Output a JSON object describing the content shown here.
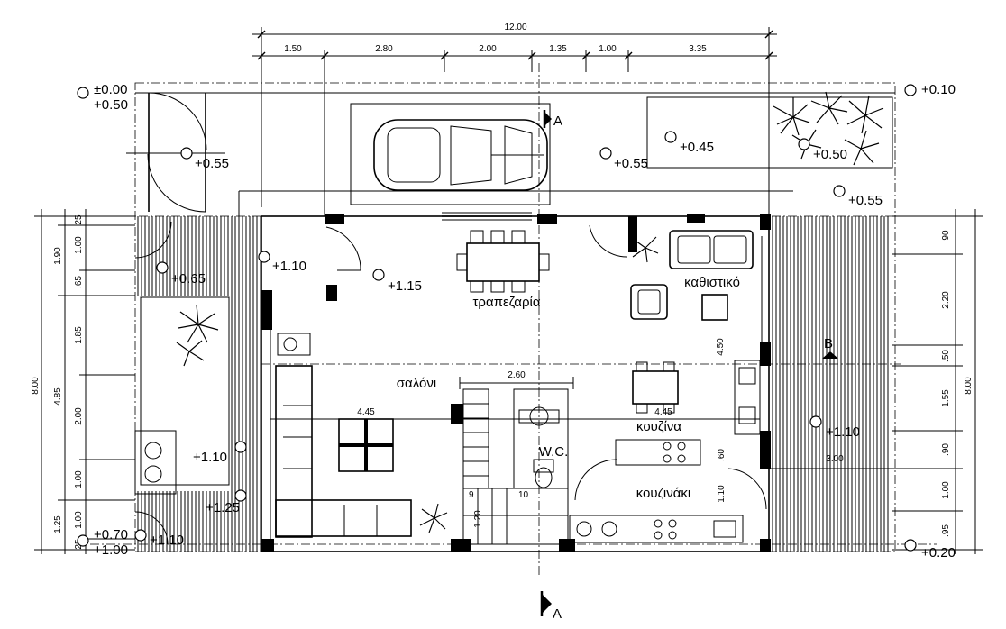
{
  "top_dimensions": {
    "total": "12.00",
    "segments": [
      "1.50",
      "2.80",
      "2.00",
      "1.35",
      "1.00",
      "3.35"
    ]
  },
  "left_dimensions": {
    "total": "8.00",
    "middle": [
      "1.90",
      "4.85",
      "1.25"
    ],
    "inner": [
      "25",
      "1.00",
      ".65",
      "1.85",
      "2.00",
      "1.00",
      "1.00",
      "25"
    ]
  },
  "right_dimensions": {
    "total": "8.00",
    "segments": [
      "90",
      "2.20",
      ".50",
      "1.55",
      ".90",
      "1.00",
      ".95"
    ]
  },
  "interior_dimensions": {
    "stair_width": "2.60",
    "living_width": "4.45",
    "kitchen_width": "4.45",
    "kitchen_depth": "4.50",
    "wc_width": "1.20",
    "kitchenette_1": ".60",
    "kitchenette_2": "1.10",
    "terrace_width": "3.00",
    "stair_num_1": "9",
    "stair_num_2": "10"
  },
  "levels": {
    "l_000": "±0.00",
    "l_050_a": "+0.50",
    "l_055_gate": "+0.55",
    "l_055_drive": "+0.55",
    "l_045": "+0.45",
    "l_050_b": "+0.50",
    "l_010": "+0.10",
    "l_055_r": "+0.55",
    "l_065": "+0.65",
    "l_110_a": "+1.10",
    "l_115": "+1.15",
    "l_110_b": "+1.10",
    "l_125": "+1.25",
    "l_070": "+0.70",
    "l_100": "+1.00",
    "l_110_c": "+1.10",
    "l_110_d": "+1.10",
    "l_020": "+0.20"
  },
  "rooms": {
    "dining": "τραπεζαρία",
    "lounge": "καθιστικό",
    "living": "σαλόνι",
    "kitchen": "κουζίνα",
    "wc": "W.C.",
    "kitchenette": "κουζινάκι"
  },
  "section_marks": {
    "a_top": "A",
    "a_bottom": "A",
    "b": "B"
  }
}
